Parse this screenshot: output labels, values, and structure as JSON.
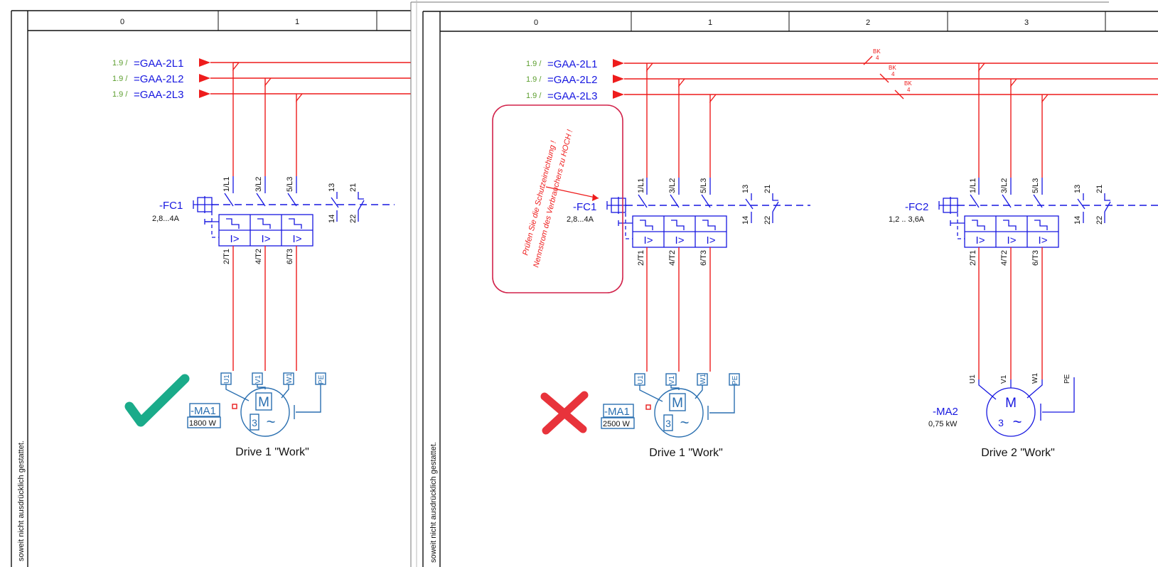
{
  "panels": {
    "left": {
      "columns": [
        "0",
        "1"
      ]
    },
    "right": {
      "columns": [
        "0",
        "1",
        "2",
        "3"
      ]
    }
  },
  "side_text": "soweit nicht ausdrücklich gestattet.",
  "buses": [
    {
      "ref": "1.9 /",
      "name": "=GAA-2L1"
    },
    {
      "ref": "1.9 /",
      "name": "=GAA-2L2"
    },
    {
      "ref": "1.9 /",
      "name": "=GAA-2L3"
    }
  ],
  "bk_marks": [
    {
      "label": "BK",
      "num": "4"
    },
    {
      "label": "BK",
      "num": "4"
    },
    {
      "label": "BK",
      "num": "4"
    }
  ],
  "breakers": {
    "fc1": {
      "name": "-FC1",
      "rating": "2,8...4A"
    },
    "fc2": {
      "name": "-FC2",
      "rating": "1,2 .. 3,6A"
    },
    "top_terms": [
      "1/L1",
      "3/L2",
      "5/L3"
    ],
    "bot_terms": [
      "2/T1",
      "4/T2",
      "6/T3"
    ],
    "aux": [
      "13",
      "14",
      "21",
      "22"
    ],
    "trip": "I>"
  },
  "motors": {
    "terms": [
      "U1",
      "V1",
      "W1",
      "PE"
    ],
    "m_label": "M",
    "three": "3",
    "tilde": "~",
    "left_ma1": {
      "name": "-MA1",
      "power": "1800 W",
      "caption": "Drive 1 \"Work\""
    },
    "right_ma1": {
      "name": "-MA1",
      "power": "2500 W",
      "caption": "Drive 1 \"Work\""
    },
    "ma2": {
      "name": "-MA2",
      "power": "0,75 kW",
      "caption": "Drive 2 \"Work\""
    }
  },
  "annotation": {
    "line1": "Prüfen Sie die Schutzeinrichtung !",
    "line2": "Nennstrom des Verbrauchers zu HOCH !"
  },
  "colors": {
    "wire": "#ee1c1c",
    "blue": "#1717e0",
    "teal_blue": "#2a6fb0",
    "check": "#1aab8a",
    "cross": "#e8333b",
    "ref_green": "#5c9e2e"
  }
}
